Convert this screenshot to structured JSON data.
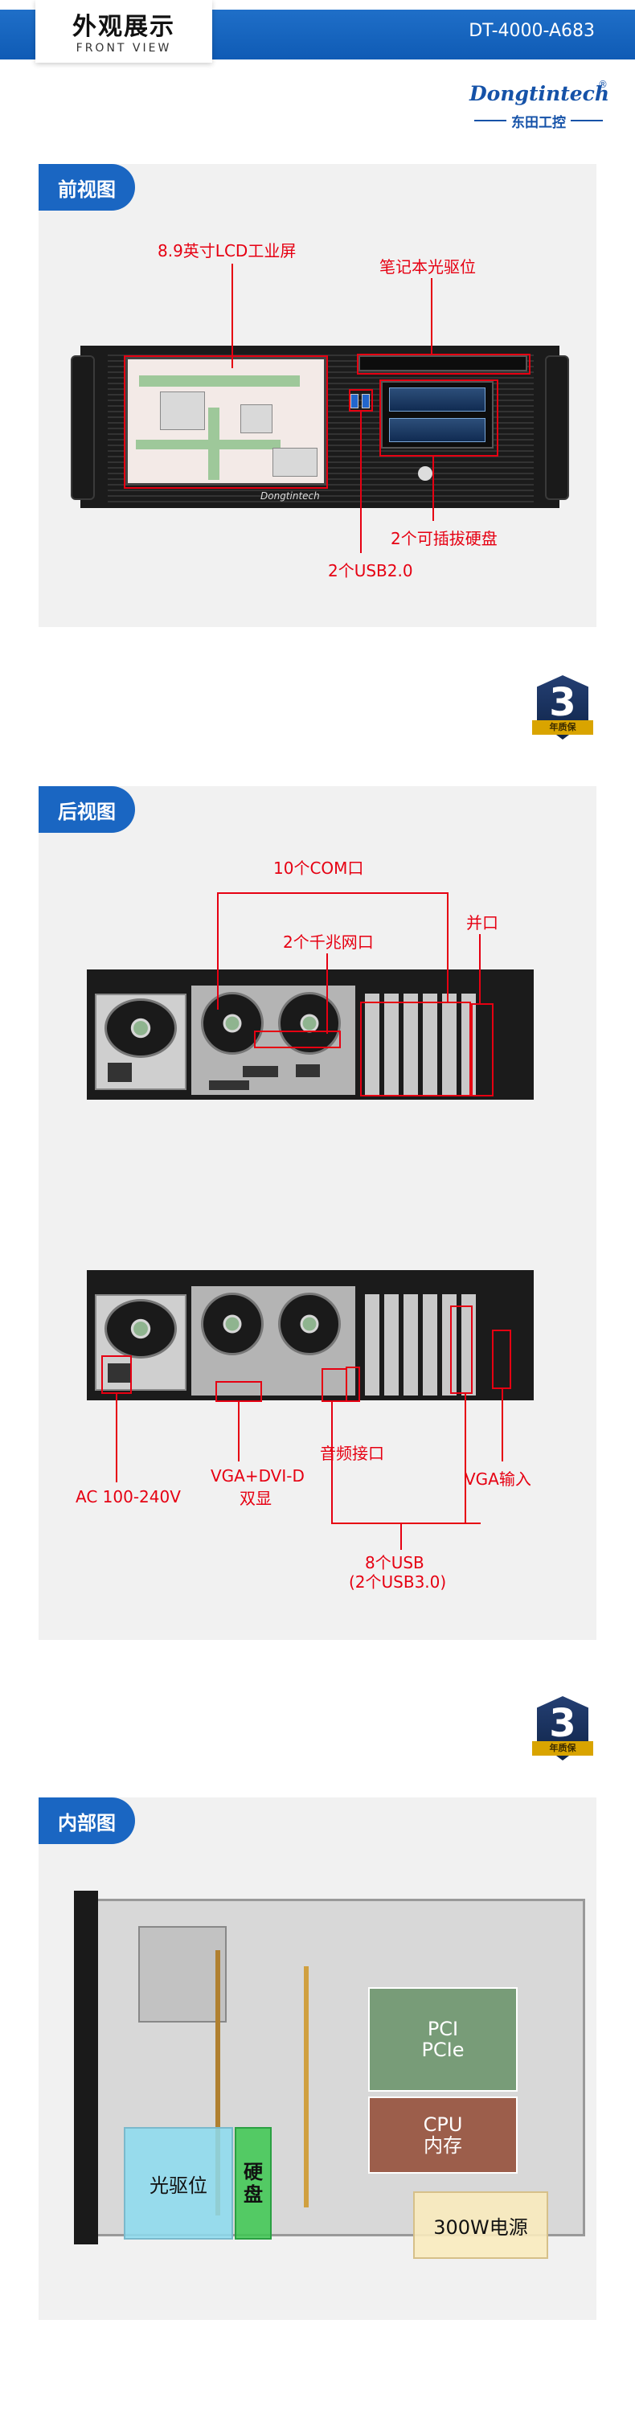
{
  "header": {
    "title": "外观展示",
    "subtitle": "FRONT VIEW",
    "model": "DT-4000-A683"
  },
  "brand": {
    "name": "Dongtintech",
    "registered": "®",
    "sub": "东田工控"
  },
  "front": {
    "tag": "前视图",
    "labels": {
      "lcd": "8.9英寸LCD工业屏",
      "optical": "笔记本光驱位",
      "hdd": "2个可插拔硬盘",
      "usb": "2个USB2.0"
    },
    "logo": "Dongtintech"
  },
  "badge": {
    "num": "3",
    "text": "年质保"
  },
  "rear": {
    "tag": "后视图",
    "labels": {
      "com": "10个COM口",
      "lan": "2个千兆网口",
      "parallel": "并口",
      "ac": "AC 100-240V",
      "vga_dvi_1": "VGA+DVI-D",
      "vga_dvi_2": "双显",
      "audio": "音频接口",
      "vga_in": "VGA输入",
      "usb_1": "8个USB",
      "usb_2": "(2个USB3.0)"
    }
  },
  "interior": {
    "tag": "内部图",
    "labels": {
      "pci_1": "PCI",
      "pci_2": "PCIe",
      "cpu_1": "CPU",
      "cpu_2": "内存",
      "optical": "光驱位",
      "hdd_1": "硬",
      "hdd_2": "盘",
      "psu": "300W电源"
    }
  },
  "colors": {
    "accent_blue": "#1a66c2",
    "callout_red": "#e60012",
    "panel_gray": "#f1f1f1"
  }
}
